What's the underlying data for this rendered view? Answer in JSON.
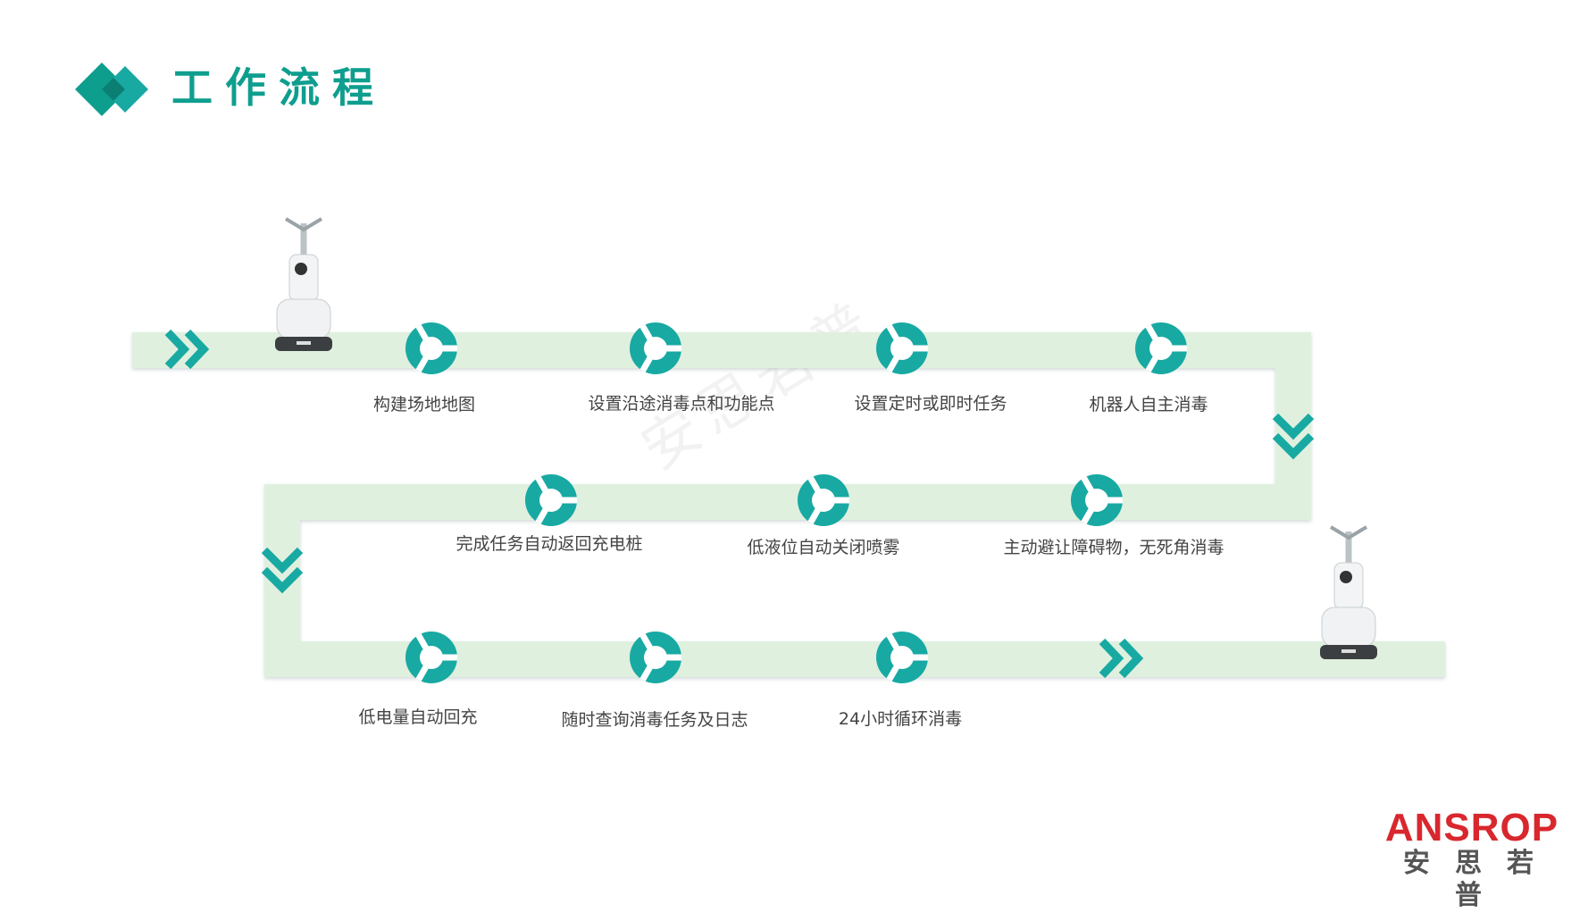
{
  "title": "工作流程",
  "accent_color": "#18a9a3",
  "track_color": "#dff0df",
  "steps": [
    {
      "label": "构建场地地图"
    },
    {
      "label": "设置沿途消毒点和功能点"
    },
    {
      "label": "设置定时或即时任务"
    },
    {
      "label": "机器人自主消毒"
    },
    {
      "label": "主动避让障碍物，无死角消毒"
    },
    {
      "label": "低液位自动关闭喷雾"
    },
    {
      "label": "完成任务自动返回充电桩"
    },
    {
      "label": "低电量自动回充"
    },
    {
      "label": "随时查询消毒任务及日志"
    },
    {
      "label": "24小时循环消毒"
    }
  ],
  "watermark": "安思若普",
  "logo": {
    "en": "ANSROP",
    "cn": "安思若普"
  },
  "icons": [
    "diamond-logo-icon",
    "double-chevron-right-icon",
    "double-chevron-down-icon",
    "step-node-icon",
    "robot-image"
  ]
}
